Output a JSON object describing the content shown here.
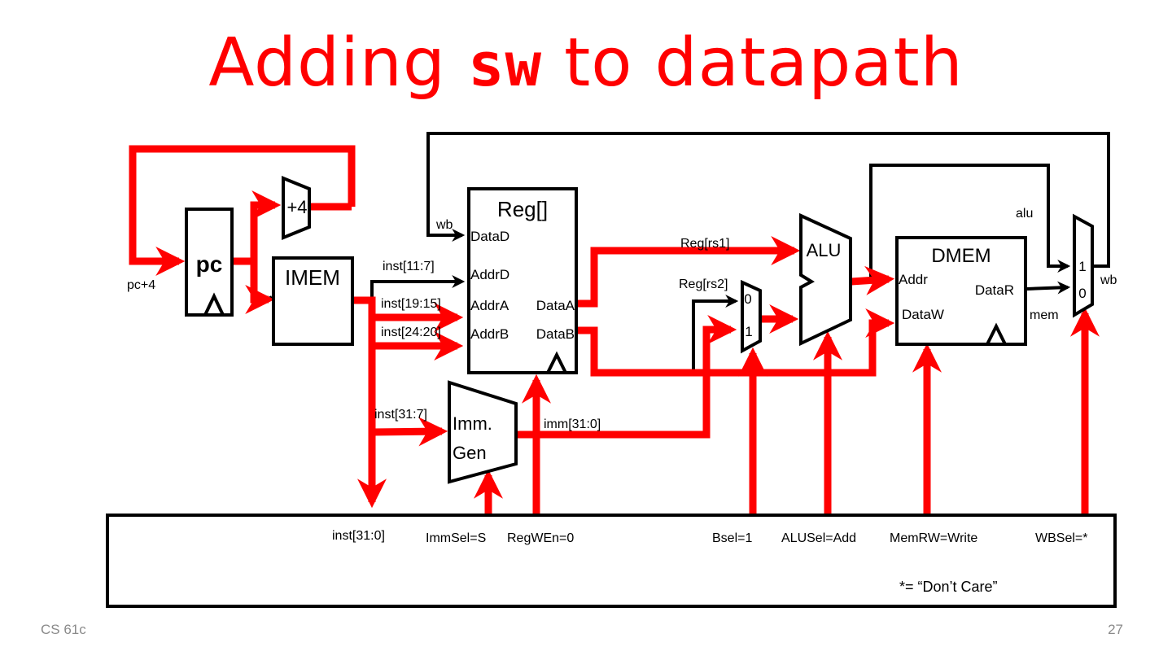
{
  "slide": {
    "title_prefix": "Adding",
    "title_code": "sw",
    "title_suffix": "to datapath",
    "footer_left": "CS 61c",
    "page_number": "27"
  },
  "colors": {
    "active_wire": "#ff0000",
    "inactive_wire": "#000000",
    "title": "#ff0000",
    "footer": "#8a8a8a"
  },
  "blocks": {
    "pc": "pc",
    "adder": "+4",
    "imem": "IMEM",
    "regfile": "Reg[]",
    "immgen_line1": "Imm.",
    "immgen_line2": "Gen",
    "alu": "ALU",
    "dmem": "DMEM"
  },
  "ports": {
    "reg_datad": "DataD",
    "reg_addrd": "AddrD",
    "reg_addra": "AddrA",
    "reg_addrb": "AddrB",
    "reg_dataa": "DataA",
    "reg_datab": "DataB",
    "dmem_addr": "Addr",
    "dmem_datar": "DataR",
    "dmem_dataw": "DataW",
    "bmux_in0": "0",
    "bmux_in1": "1",
    "wbmux_in1": "1",
    "wbmux_in0": "0"
  },
  "signals": {
    "pc_plus4": "pc+4",
    "wb_top": "wb",
    "inst_rd": "inst[11:7]",
    "inst_rs1": "inst[19:15]",
    "inst_rs2": "inst[24:20]",
    "inst_imm": "inst[31:7]",
    "imm_out": "imm[31:0]",
    "reg_rs1": "Reg[rs1]",
    "reg_rs2": "Reg[rs2]",
    "alu_out": "alu",
    "mem_out": "mem",
    "wb_out": "wb",
    "inst_full": "inst[31:0]"
  },
  "control": {
    "immsel": "ImmSel=S",
    "regwen": "RegWEn=0",
    "bsel": "Bsel=1",
    "alusel": "ALUSel=Add",
    "memrw": "MemRW=Write",
    "wbsel": "WBSel=*",
    "note": "*= “Don’t Care”"
  }
}
